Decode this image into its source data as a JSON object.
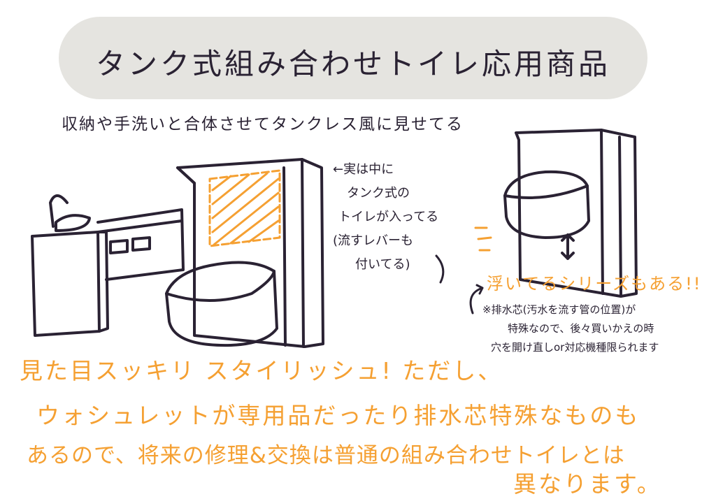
{
  "title": "タンク式組み合わせトイレ応用商品",
  "subtitle": "収納や手洗いと合体させてタンクレス風に見せてる",
  "annotation_left": [
    "←実は中に",
    "タンク式の",
    "トイレが入ってる",
    "(流すレバーも",
    "付いてる)"
  ],
  "floating_series": "浮いてるシリーズもある!!",
  "drain_note": [
    "※排水芯(汚水を流す管の位置)が",
    "特殊なので、後々買いかえの時",
    "穴を開け直しor対応機種限られます"
  ],
  "conclusion": [
    "見た目スッキリ スタイリッシュ! ただし、",
    "ウォシュレットが専用品だったり排水芯特殊なものも",
    "あるので、将来の修理&交換は普通の組み合わせトイレとは",
    "異なります。"
  ],
  "colors": {
    "ink": "#2a2233",
    "accent": "#f5a032",
    "banner": "#e5e4e0"
  }
}
